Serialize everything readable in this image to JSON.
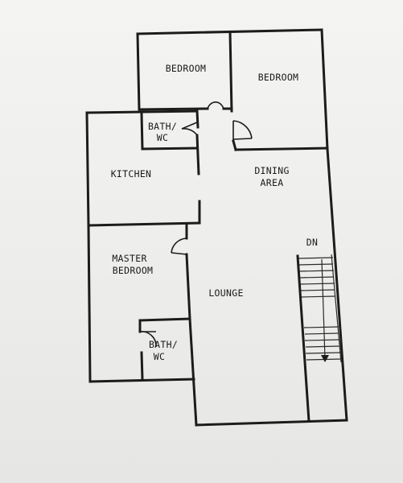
{
  "floor_plan": {
    "rooms": {
      "bedroom_1": [
        "BEDROOM"
      ],
      "bedroom_2": [
        "BEDROOM"
      ],
      "bath_upper": [
        "BATH/",
        "WC"
      ],
      "kitchen": [
        "KITCHEN"
      ],
      "dining": [
        "DINING",
        "AREA"
      ],
      "stairs": [
        "DN"
      ],
      "master_bedroom": [
        "MASTER",
        "BEDROOM"
      ],
      "lounge": [
        "LOUNGE"
      ],
      "bath_lower": [
        "BATH/",
        "WC"
      ]
    }
  }
}
